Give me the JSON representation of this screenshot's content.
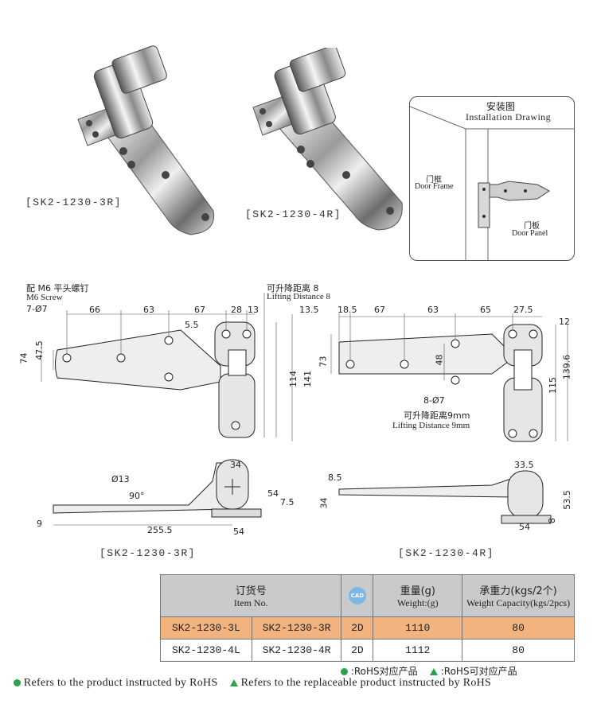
{
  "photos": {
    "caption_3r": "[SK2-1230-3R]",
    "caption_4r": "[SK2-1230-4R]"
  },
  "install": {
    "title_cn": "安装图",
    "title_en": "Installation Drawing",
    "door_frame_cn": "门框",
    "door_frame_en": "Door Frame",
    "door_panel_cn": "门板",
    "door_panel_en": "Door Panel"
  },
  "drawing_3r": {
    "screw_cn": "配 M6 平头螺钉",
    "screw_en": "M6 Screw",
    "holes": "7-Ø7",
    "lift_cn": "可升降距离 8",
    "lift_en": "Lifting Distance 8",
    "top_dims": [
      "66",
      "63",
      "67",
      "28",
      "13",
      "13.5"
    ],
    "dim_55": "5.5",
    "left_dims": [
      "74",
      "47.5"
    ],
    "right_dims": [
      "114",
      "141"
    ],
    "side_dims": {
      "hole": "Ø13",
      "angle": "90°",
      "w34": "34",
      "h54": "54",
      "t75": "7.5",
      "t9": "9",
      "len": "255.5",
      "base54": "54"
    },
    "caption": "[SK2-1230-3R]"
  },
  "drawing_4r": {
    "top_dims": [
      "18.5",
      "67",
      "63",
      "65",
      "27.5",
      "12"
    ],
    "left_dim": "73",
    "mid_dim": "48",
    "holes": "8-Ø7",
    "lift_cn": "可升降距离9mm",
    "lift_en": "Lifting Distance 9mm",
    "right_dims": [
      "115",
      "139.6"
    ],
    "side_dims": {
      "t85": "8.5",
      "w335": "33.5",
      "h34": "34",
      "h535": "53.5",
      "t8": "8",
      "base54": "54"
    },
    "caption": "[SK2-1230-4R]"
  },
  "table": {
    "header": {
      "item_cn": "订货号",
      "item_en": "Item No.",
      "cad_badge": "CAD",
      "weight_cn": "重量(g)",
      "weight_en": "Weight:(g)",
      "cap_cn": "承重力(kgs/2个)",
      "cap_en": "Weight Capacity(kgs/2pcs)"
    },
    "rows": [
      {
        "left": "SK2-1230-3L",
        "right": "SK2-1230-3R",
        "cad": "2D",
        "weight": "1110",
        "capacity": "80"
      },
      {
        "left": "SK2-1230-4L",
        "right": "SK2-1230-4R",
        "cad": "2D",
        "weight": "1112",
        "capacity": "80"
      }
    ],
    "highlight_color": "#f2b37e",
    "header_color": "#c9cacc"
  },
  "legend": {
    "rohs_cn": ":RoHS对应产品",
    "rohs_replace_cn": ":RoHS可对应产品",
    "rohs_en": "Refers to the product instructed by RoHS",
    "rohs_replace_en": "Refers to the replaceable product instructed by RoHS",
    "icon_color": "#2aa24a"
  }
}
